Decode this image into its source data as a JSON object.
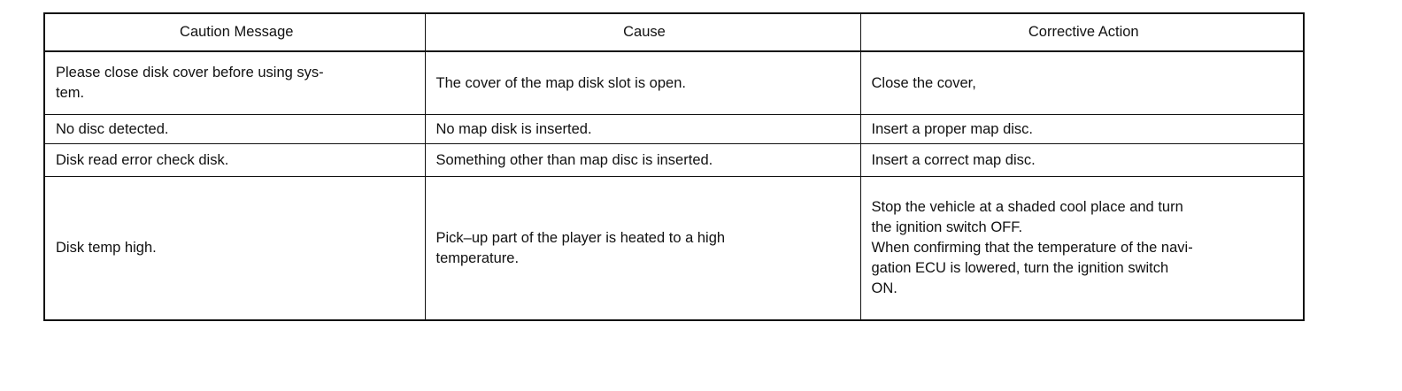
{
  "table": {
    "headers": [
      "Caution Message",
      "Cause",
      "Corrective Action"
    ],
    "rows": [
      {
        "caution": "Please close disk cover before using sys-\ntem.",
        "cause": "The cover of the map disk slot is open.",
        "action": "Close the cover,"
      },
      {
        "caution": "No disc detected.",
        "cause": "No map disk is inserted.",
        "action": "Insert a proper map disc."
      },
      {
        "caution": "Disk read error check disk.",
        "cause": "Something other than map disc is inserted.",
        "action": "Insert a correct map disc."
      },
      {
        "caution": "Disk temp high.",
        "cause": "Pick–up part of the player is heated to a high\ntemperature.",
        "action": "Stop the vehicle at a shaded cool place and turn\nthe ignition switch OFF.\nWhen confirming that the temperature of the navi-\ngation ECU is lowered, turn the ignition switch\nON."
      }
    ]
  }
}
